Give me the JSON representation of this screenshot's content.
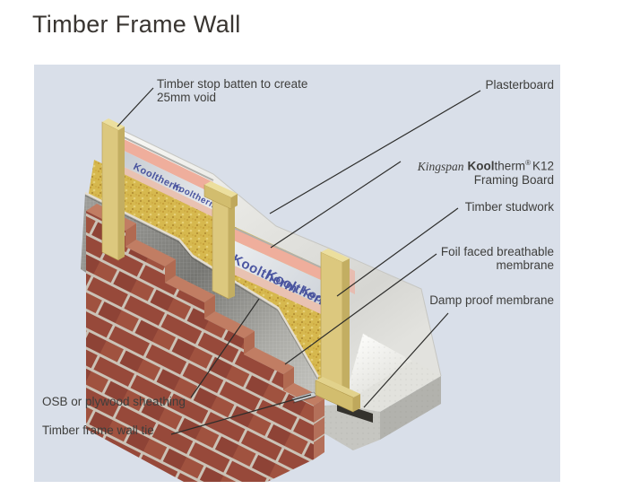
{
  "page": {
    "title": "Timber Frame Wall"
  },
  "diagram": {
    "panel_color": "#d9dfe9",
    "foil_print_text": "Kooltherm",
    "labels": {
      "stop_batten_line1": "Timber stop batten to create",
      "stop_batten_line2": "25mm void",
      "plasterboard": "Plasterboard",
      "k12_brand": "Kingspan",
      "k12_bold": "Kool",
      "k12_rest": "therm",
      "k12_reg": "®",
      "k12_product": "K12",
      "k12_line2": "Framing Board",
      "studwork": "Timber studwork",
      "foil_line1": "Foil faced breathable",
      "foil_line2": "membrane",
      "dpm": "Damp proof membrane",
      "osb": "OSB or plywood sheathing",
      "wall_tie": "Timber frame wall tie"
    },
    "colors": {
      "brick": "#97493a",
      "mortar": "#cbc2b6",
      "insulation": "#d6b84e",
      "timber": "#dcc87e",
      "plasterboard": "#e9e9e6",
      "pink_board": "#efae9c",
      "foil": "#dfe3e7",
      "membrane": "#8a8a86",
      "concrete": "#e2e2dd",
      "dpm": "#34322d",
      "print_blue": "#2a3690",
      "leader_line": "#2d2d2b"
    }
  }
}
